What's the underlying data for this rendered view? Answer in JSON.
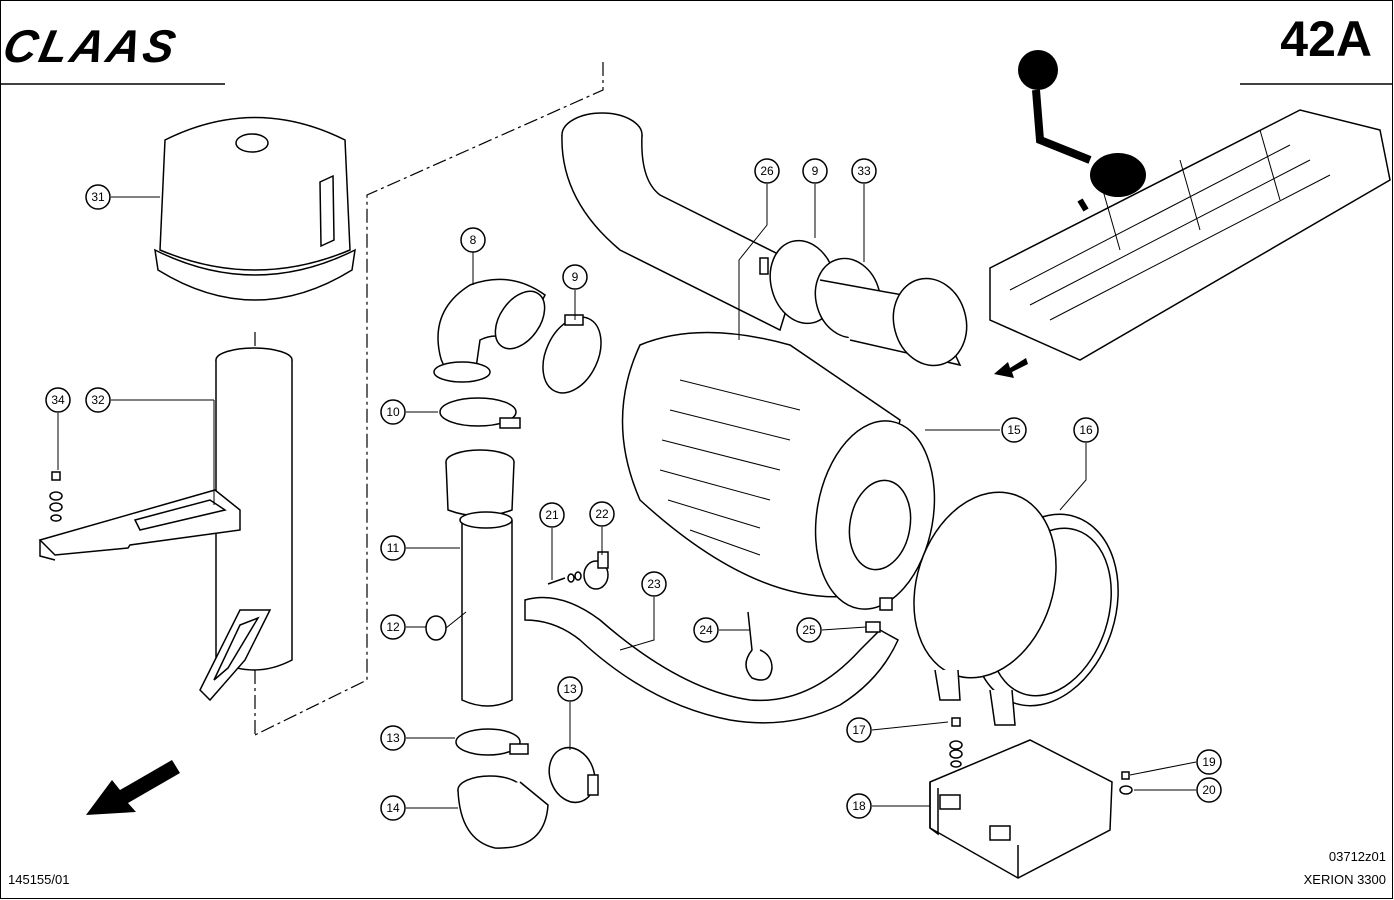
{
  "header": {
    "logo_text": "CLAAS",
    "page_number": "42A"
  },
  "footer": {
    "doc_number": "145155/01",
    "drawing_id": "03712z01",
    "model": "XERION 3300"
  },
  "callouts": [
    {
      "id": "c31",
      "label": "31"
    },
    {
      "id": "c32",
      "label": "32"
    },
    {
      "id": "c34",
      "label": "34"
    },
    {
      "id": "c8",
      "label": "8"
    },
    {
      "id": "c9a",
      "label": "9"
    },
    {
      "id": "c10",
      "label": "10"
    },
    {
      "id": "c11",
      "label": "11"
    },
    {
      "id": "c12",
      "label": "12"
    },
    {
      "id": "c13a",
      "label": "13"
    },
    {
      "id": "c13b",
      "label": "13"
    },
    {
      "id": "c14",
      "label": "14"
    },
    {
      "id": "c26",
      "label": "26"
    },
    {
      "id": "c9b",
      "label": "9"
    },
    {
      "id": "c33",
      "label": "33"
    },
    {
      "id": "c15",
      "label": "15"
    },
    {
      "id": "c16",
      "label": "16"
    },
    {
      "id": "c21",
      "label": "21"
    },
    {
      "id": "c22",
      "label": "22"
    },
    {
      "id": "c23",
      "label": "23"
    },
    {
      "id": "c24",
      "label": "24"
    },
    {
      "id": "c25",
      "label": "25"
    },
    {
      "id": "c17",
      "label": "17"
    },
    {
      "id": "c18",
      "label": "18"
    },
    {
      "id": "c19",
      "label": "19"
    },
    {
      "id": "c20",
      "label": "20"
    }
  ]
}
